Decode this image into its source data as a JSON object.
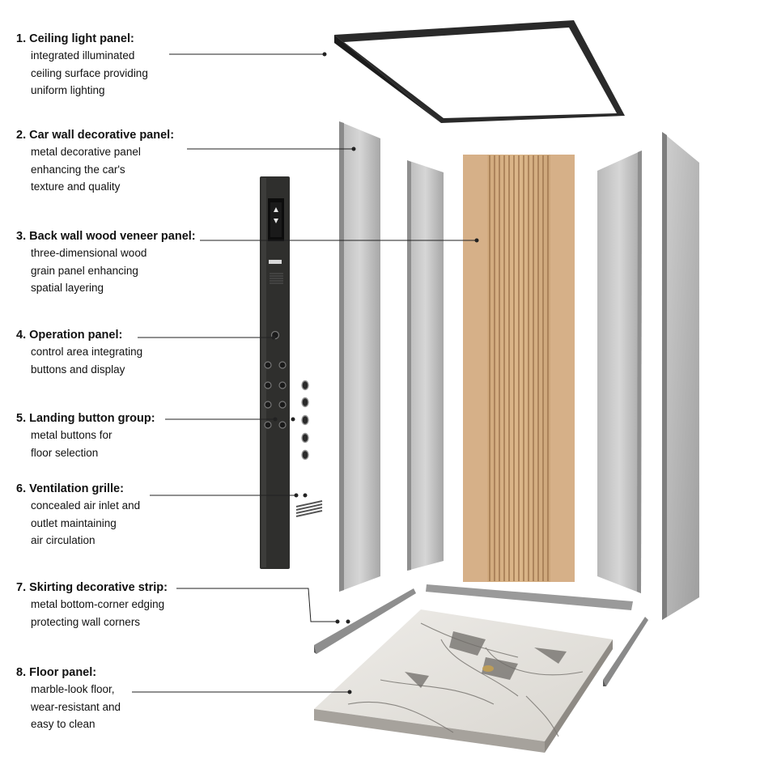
{
  "callouts": [
    {
      "number": "1.",
      "title": "Ceiling light panel:",
      "lines": [
        "integrated illuminated",
        "ceiling surface providing",
        "uniform lighting"
      ]
    },
    {
      "number": "2.",
      "title": "Car wall decorative panel:",
      "lines": [
        "metal decorative panel",
        "enhancing the car's",
        "texture and quality"
      ]
    },
    {
      "number": "3.",
      "title": "Back wall wood veneer panel:",
      "lines": [
        "three-dimensional wood",
        "grain panel enhancing",
        "spatial layering"
      ]
    },
    {
      "number": "4.",
      "title": "Operation panel:",
      "lines": [
        "control area integrating",
        "buttons and display"
      ]
    },
    {
      "number": "5.",
      "title": "Landing button group:",
      "lines": [
        "metal buttons for",
        "floor selection"
      ]
    },
    {
      "number": "6.",
      "title": "Ventilation grille:",
      "lines": [
        "concealed air inlet and",
        "outlet maintaining",
        "air circulation"
      ]
    },
    {
      "number": "7.",
      "title": "Skirting decorative strip:",
      "lines": [
        "metal bottom-corner edging",
        "protecting wall corners"
      ]
    },
    {
      "number": "8.",
      "title": "Floor panel:",
      "lines": [
        "marble-look floor,",
        "wear-resistant and",
        "easy to clean"
      ]
    }
  ],
  "colors": {
    "frame": "#2a2a2a",
    "ceiling_light": "#ffffff",
    "steel": "#c9c9c9",
    "steel_dark": "#8e8e8e",
    "wood": "#d2aa7c",
    "wood_dark": "#a9805a",
    "operation_panel": "#2f2f2d",
    "marble": "#e9e7e3",
    "leader_line": "#222222"
  }
}
